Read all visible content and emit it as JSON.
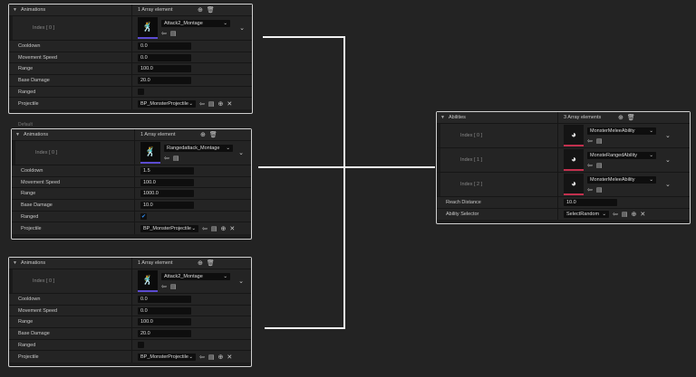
{
  "array_icons": {
    "add": "add-circle-icon",
    "delete": "trash-icon",
    "use": "arrow-left-circle-icon",
    "browse": "folder-icon",
    "clear": "close-icon"
  },
  "animation_panels": [
    {
      "header": "Animations",
      "count": "1 Array element",
      "index": "Index [ 0 ]",
      "montage": "Attack2_Montage",
      "rows": [
        {
          "label": "Cooldown",
          "value": "0.0"
        },
        {
          "label": "Movement Speed",
          "value": "0.0"
        },
        {
          "label": "Range",
          "value": "100.0"
        },
        {
          "label": "Base Damage",
          "value": "20.0"
        }
      ],
      "ranged_label": "Ranged",
      "ranged": false,
      "projectile_label": "Projectile",
      "projectile": "BP_MonsterProjectile"
    },
    {
      "section": "Default",
      "header": "Animations",
      "count": "1 Array element",
      "index": "Index [ 0 ]",
      "montage": "Rangedattack_Montage",
      "rows": [
        {
          "label": "Cooldown",
          "value": "1.5"
        },
        {
          "label": "Movement Speed",
          "value": "100.0"
        },
        {
          "label": "Range",
          "value": "1000.0"
        },
        {
          "label": "Base Damage",
          "value": "10.0"
        }
      ],
      "ranged_label": "Ranged",
      "ranged": true,
      "projectile_label": "Projectile",
      "projectile": "BP_MonsterProjectile"
    },
    {
      "header": "Animations",
      "count": "1 Array element",
      "index": "Index [ 0 ]",
      "montage": "Attack2_Montage",
      "rows": [
        {
          "label": "Cooldown",
          "value": "0.0"
        },
        {
          "label": "Movement Speed",
          "value": "0.0"
        },
        {
          "label": "Range",
          "value": "100.0"
        },
        {
          "label": "Base Damage",
          "value": "20.0"
        }
      ],
      "ranged_label": "Ranged",
      "ranged": false,
      "projectile_label": "Projectile",
      "projectile": "BP_MonsterProjectile"
    }
  ],
  "abilities_panel": {
    "header": "Abilities",
    "count": "3 Array elements",
    "items": [
      {
        "index": "Index [ 0 ]",
        "value": "MonsterMeleeAbility"
      },
      {
        "index": "Index [ 1 ]",
        "value": "MonsteRangedAbility"
      },
      {
        "index": "Index [ 2 ]",
        "value": "MonsterMeleeAbility"
      }
    ],
    "reach_label": "Reach Distance",
    "reach": "10.0",
    "selector_label": "Ability Selector",
    "selector": "SelectRandom"
  }
}
